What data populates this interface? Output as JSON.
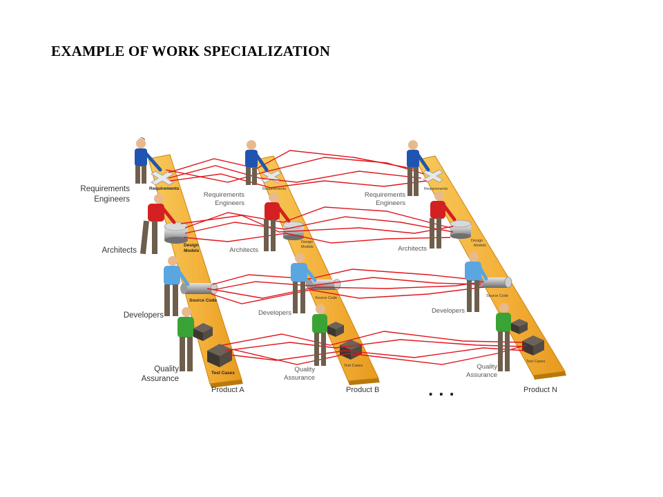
{
  "title": "EXAMPLE OF WORK SPECIALIZATION",
  "roles": {
    "requirements": [
      "Requirements",
      "Engineers"
    ],
    "architects": "Architects",
    "developers": "Developers",
    "qa": [
      "Quality",
      "Assurance"
    ]
  },
  "artifacts": {
    "requirements": "Requirements",
    "design": [
      "Design",
      "Models"
    ],
    "source": "Source Code",
    "tests": "Test Cases"
  },
  "products": [
    "Product A",
    "Product B",
    "Product N"
  ],
  "ellipsis": "...",
  "colors": {
    "belt": "#f4b23c",
    "belt_edge": "#c98410",
    "link": "#e0141b",
    "role_requirements": "#1f55b0",
    "role_architects": "#d42020",
    "role_developers": "#5aa6e0",
    "role_qa": "#39a335"
  }
}
